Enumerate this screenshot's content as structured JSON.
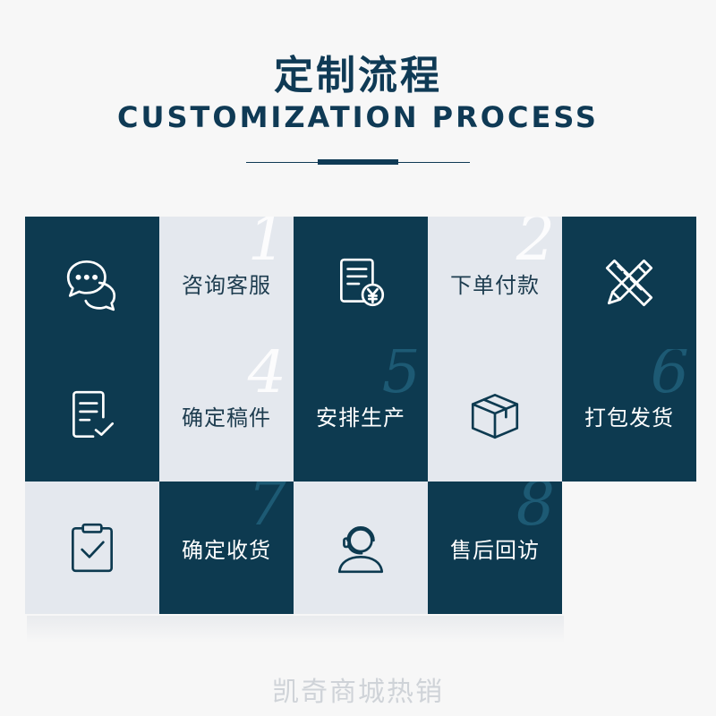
{
  "header": {
    "title_cn": "定制流程",
    "title_en": "CUSTOMIZATION PROCESS"
  },
  "steps": [
    {
      "num": "1",
      "label": "咨询客服",
      "icon": "chat-bubbles-icon"
    },
    {
      "num": "2",
      "label": "下单付款",
      "icon": "invoice-yen-icon"
    },
    {
      "num": "4",
      "label": "确定稿件",
      "icon": "document-check-icon"
    },
    {
      "num": "5",
      "label": "安排生产"
    },
    {
      "num": "6",
      "label": "打包发货"
    },
    {
      "num": "7",
      "label": "确定收货",
      "icon": "clipboard-check-icon"
    },
    {
      "num": "8",
      "label": "售后回访",
      "icon": "headset-agent-icon"
    }
  ],
  "icons": {
    "design": "pencil-ruler-icon",
    "package": "package-box-icon"
  },
  "colors": {
    "dark": "#0d3a50",
    "light": "#e4e8ee",
    "title": "#0f3a55"
  },
  "footer": {
    "watermark": "凯奇商城热销"
  }
}
